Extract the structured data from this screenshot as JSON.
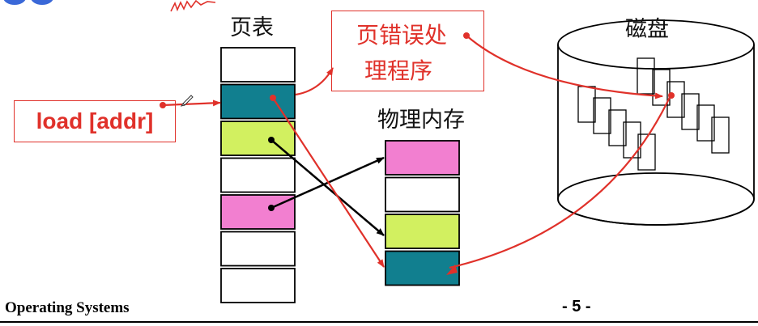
{
  "labels": {
    "page_table": "页表",
    "physical_memory": "物理内存",
    "disk": "磁盘"
  },
  "instruction": "load [addr]",
  "page_fault_handler": {
    "line1": "页错误处",
    "line2": "理程序"
  },
  "footer": {
    "course": "Operating Systems",
    "page": "- 5 -"
  },
  "page_table_rows": [
    "white",
    "teal",
    "lime",
    "white",
    "pink",
    "white",
    "white"
  ],
  "memory_frames": [
    "pink",
    "white",
    "lime",
    "teal"
  ],
  "colors": {
    "teal": "#117f8f",
    "lime": "#d2f060",
    "pink": "#f27fd0",
    "white": "#ffffff",
    "red_arrow": "#e0312a",
    "black_arrow": "#000000"
  }
}
